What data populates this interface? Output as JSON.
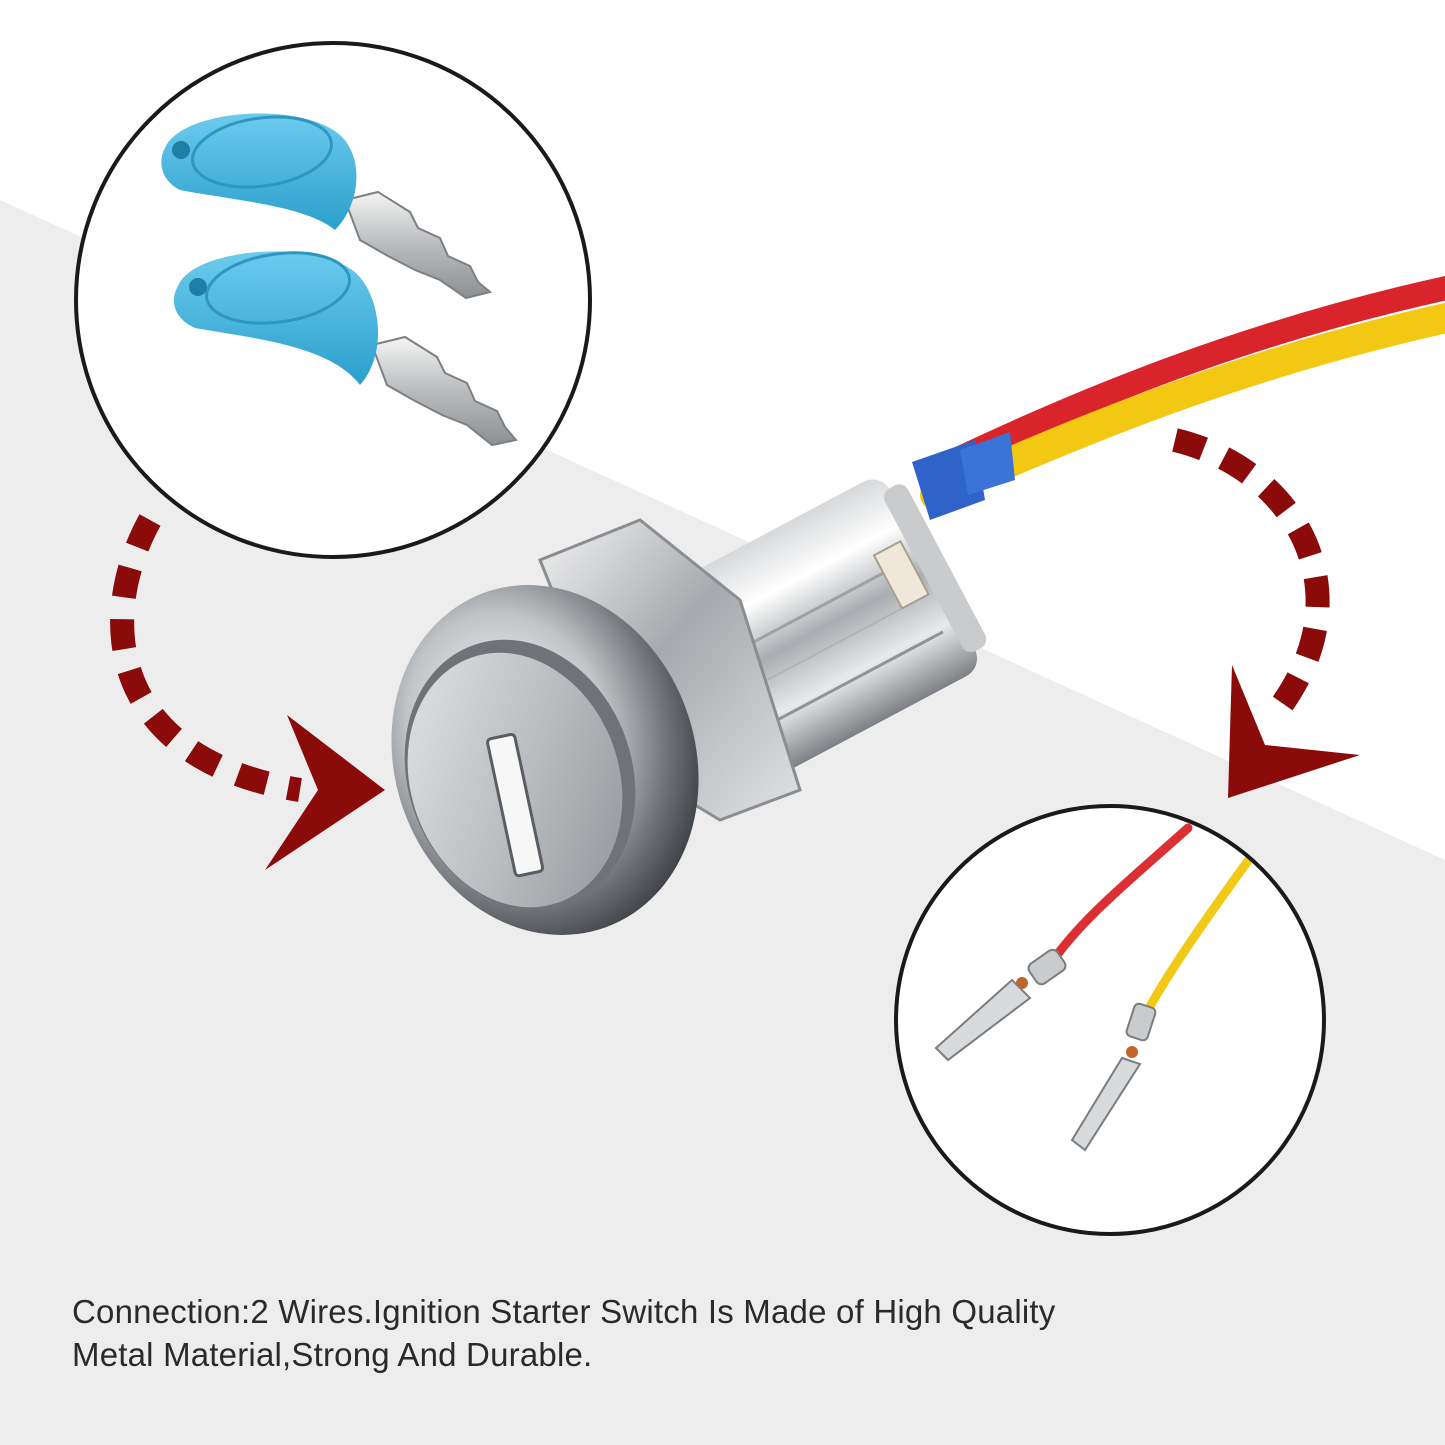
{
  "caption": {
    "line1": "Connection:2 Wires.Ignition Starter Switch Is Made of High Quality",
    "line2": "Metal Material,Strong And Durable."
  },
  "colors": {
    "band": "#ededee",
    "arrow": "#8b0a0a",
    "key_blue": "#3fb4df",
    "wire_red": "#e0262b",
    "wire_yellow": "#f4cc14",
    "sleeve_blue": "#2f63c9",
    "text": "#2a2a2a"
  },
  "icons": {
    "keys_inset": "two-blue-keys",
    "terminals_inset": "crimped-wire-terminals",
    "product": "ignition-key-switch"
  }
}
